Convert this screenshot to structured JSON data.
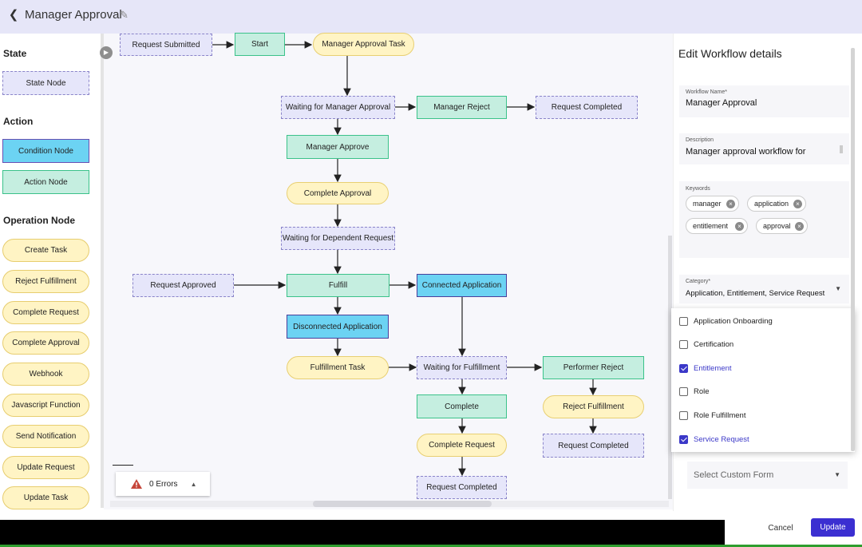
{
  "header": {
    "title": "Manager Approval"
  },
  "palette": {
    "state_heading": "State",
    "state_node": "State Node",
    "action_heading": "Action",
    "condition_node": "Condition Node",
    "action_node": "Action Node",
    "operation_heading": "Operation Node",
    "operations": [
      "Create Task",
      "Reject Fulfillment",
      "Complete Request",
      "Complete Approval",
      "Webhook",
      "Javascript Function",
      "Send Notification",
      "Update Request",
      "Update Task"
    ]
  },
  "canvas": {
    "nodes": {
      "request_submitted": "Request Submitted",
      "start": "Start",
      "manager_approval_task": "Manager Approval Task",
      "waiting_manager_approval": "Waiting for Manager Approval",
      "manager_reject": "Manager Reject",
      "request_completed_1": "Request Completed",
      "manager_approve": "Manager Approve",
      "complete_approval": "Complete Approval",
      "waiting_dependent_request": "Waiting for Dependent Request",
      "request_approved": "Request Approved",
      "fulfill": "Fulfill",
      "connected_application": "Connected Application",
      "disconnected_application": "Disconnected Application",
      "fulfillment_task": "Fulfillment Task",
      "waiting_fulfillment": "Waiting for Fulfillment",
      "performer_reject": "Performer Reject",
      "complete": "Complete",
      "reject_fulfillment": "Reject Fulfillment",
      "complete_request": "Complete Request",
      "request_completed_2": "Request Completed",
      "request_completed_3": "Request Completed"
    },
    "errors_label": "0 Errors"
  },
  "panel": {
    "title": "Edit Workflow details",
    "workflow_name_label": "Workflow Name*",
    "workflow_name": "Manager Approval",
    "description_label": "Description",
    "description": "Manager approval workflow for",
    "keywords_label": "Keywords",
    "keywords": [
      "manager",
      "application",
      "entitlement",
      "approval"
    ],
    "category_label": "Category*",
    "category_value": "Application, Entitlement, Service Request",
    "category_options": [
      {
        "label": "Application Onboarding",
        "checked": false
      },
      {
        "label": "Certification",
        "checked": false
      },
      {
        "label": "Entitlement",
        "checked": true
      },
      {
        "label": "Role",
        "checked": false
      },
      {
        "label": "Role Fulfillment",
        "checked": false
      },
      {
        "label": "Service Request",
        "checked": true
      }
    ],
    "custom_form_placeholder": "Select Custom Form"
  },
  "footer": {
    "cancel": "Cancel",
    "update": "Update"
  },
  "colors": {
    "primary": "#3b2fd1",
    "action": "#c5eee0",
    "condition": "#6cd3f3",
    "state": "#e6e6fa",
    "operation": "#fff4c4"
  }
}
